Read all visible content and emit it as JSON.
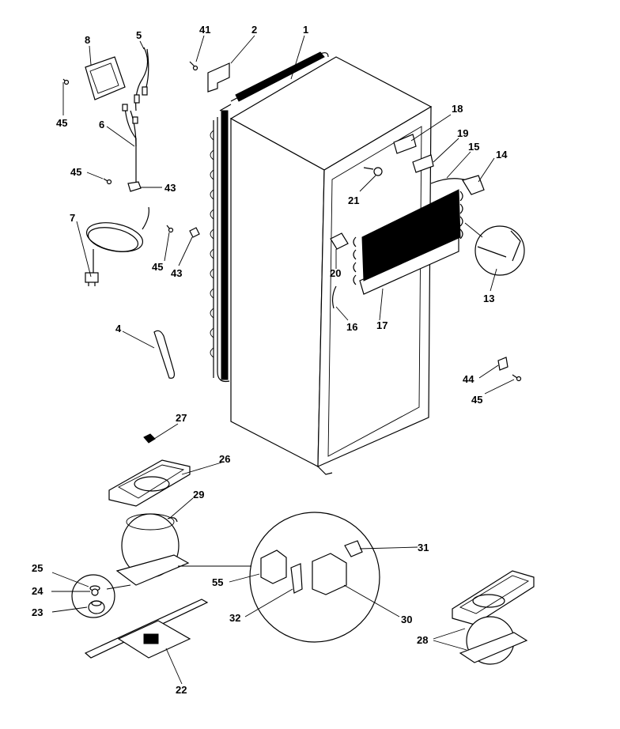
{
  "labels": {
    "p1": "1",
    "p2": "2",
    "p4": "4",
    "p5": "5",
    "p6": "6",
    "p7": "7",
    "p8": "8",
    "p13": "13",
    "p14": "14",
    "p15": "15",
    "p16": "16",
    "p17": "17",
    "p18": "18",
    "p19": "19",
    "p20": "20",
    "p21": "21",
    "p22": "22",
    "p23": "23",
    "p24": "24",
    "p25": "25",
    "p26": "26",
    "p27": "27",
    "p28": "28",
    "p29": "29",
    "p30": "30",
    "p31": "31",
    "p32": "32",
    "p41": "41",
    "p43a": "43",
    "p43b": "43",
    "p44": "44",
    "p45a": "45",
    "p45b": "45",
    "p45c": "45",
    "p45d": "45",
    "p55": "55"
  }
}
